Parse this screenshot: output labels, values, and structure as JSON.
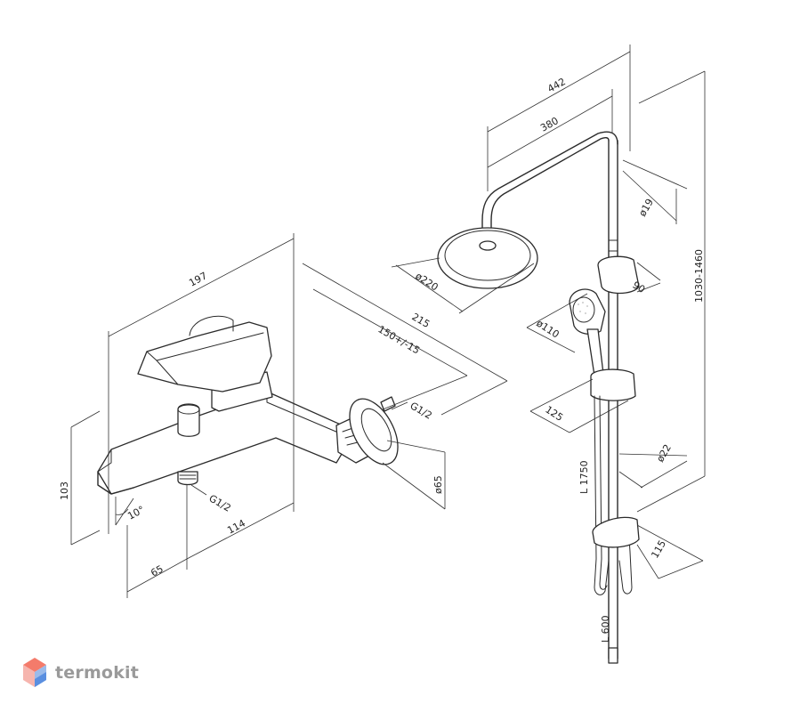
{
  "dimensions": {
    "d442": "442",
    "d380": "380",
    "d19": "ø19",
    "d220": "ø220",
    "d90": "90",
    "d1030": "1030-1460",
    "d110": "ø110",
    "d125": "125",
    "d1750": "L 1750",
    "d22": "ø22",
    "d115": "115",
    "d600": "L 600",
    "d197": "197",
    "d215": "215",
    "d150": "150+/-15",
    "dG12a": "G1/2",
    "dG12b": "G1/2",
    "d65diam": "ø65",
    "d103": "103",
    "d10": "10°",
    "d114": "114",
    "d65": "65"
  },
  "brand": {
    "name": "termokit",
    "colors": {
      "top": "#f47b6b",
      "left": "#f6b5ae",
      "right": "#9bbbea",
      "bottom": "#5a8fe0"
    }
  }
}
